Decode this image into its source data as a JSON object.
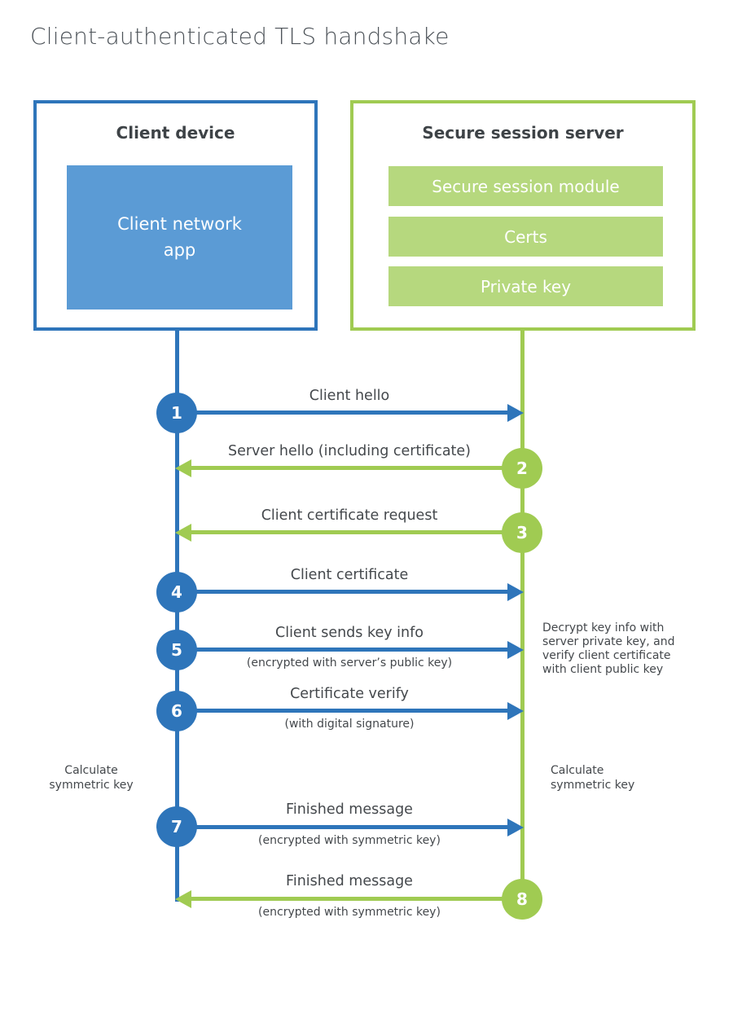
{
  "title": "Client-authenticated TLS handshake",
  "colors": {
    "blue": "#2e75ba",
    "blue_fill": "#5b9bd5",
    "green": "#a0cb52",
    "green_fill": "#b6d87e",
    "text_dark": "#3e4347",
    "label_text": "#44484c",
    "title_text": "#4d5359"
  },
  "client": {
    "title": "Client device",
    "app_label": "Client network\napp"
  },
  "server": {
    "title": "Secure session server",
    "modules": [
      "Secure session module",
      "Certs",
      "Private key"
    ]
  },
  "steps": [
    {
      "num": "1",
      "actor": "client",
      "direction": "right",
      "label": "Client hello",
      "sublabel": ""
    },
    {
      "num": "2",
      "actor": "server",
      "direction": "left",
      "label": "Server hello (including certificate)",
      "sublabel": ""
    },
    {
      "num": "3",
      "actor": "server",
      "direction": "left",
      "label": "Client certificate request",
      "sublabel": ""
    },
    {
      "num": "4",
      "actor": "client",
      "direction": "right",
      "label": "Client certificate",
      "sublabel": ""
    },
    {
      "num": "5",
      "actor": "client",
      "direction": "right",
      "label": "Client sends key info",
      "sublabel": "(encrypted with server’s public key)"
    },
    {
      "num": "6",
      "actor": "client",
      "direction": "right",
      "label": "Certificate verify",
      "sublabel": "(with digital signature)"
    },
    {
      "num": "7",
      "actor": "client",
      "direction": "right",
      "label": "Finished message",
      "sublabel": "(encrypted with symmetric key)"
    },
    {
      "num": "8",
      "actor": "server",
      "direction": "left",
      "label": "Finished message",
      "sublabel": "(encrypted with symmetric key)"
    }
  ],
  "annotations": {
    "decrypt_note": "Decrypt key info with\nserver private key, and\nverify client certificate\nwith client public key",
    "calc_symmetric_left": "Calculate\nsymmetric key",
    "calc_symmetric_right": "Calculate\nsymmetric key"
  }
}
